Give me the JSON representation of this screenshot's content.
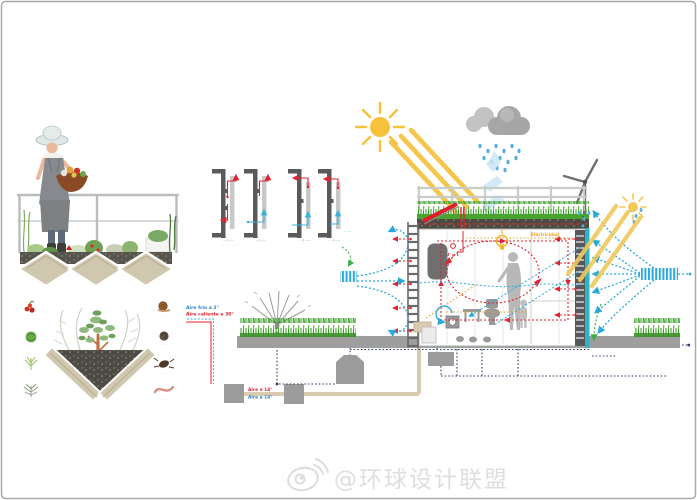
{
  "frame": {
    "background": "#ffffff",
    "border_color": "#a9a9a9"
  },
  "watermark": {
    "icon": "weibo-icon",
    "text": "@环球设计联盟",
    "color": "#dedede"
  },
  "air_legend": {
    "cold_label": "Aire frío a 2°",
    "hot_label": "Aire caliente a 30°",
    "cold_color": "#2a7fc9",
    "hot_color": "#e0232e"
  },
  "underground": {
    "hot_air_label": "Aire a 14°",
    "cold_air_label": "Aire a 14°"
  },
  "building": {
    "electricity_label": "Electricidad",
    "electricity_color": "#f0a32a"
  },
  "wall_details": {
    "items": [
      {
        "label": "· ·· / ·····"
      },
      {
        "label": "· ·· / ·····"
      },
      {
        "label": "· ·· / ·····"
      },
      {
        "label": "· ·· / ·····"
      }
    ],
    "sublabel": "····· ····· ·····"
  },
  "planter_detail": {
    "crops": [
      {
        "name": "tomatoes-icon",
        "label": "······"
      },
      {
        "name": "lettuce-icon",
        "label": "······"
      },
      {
        "name": "herb-icon",
        "label": "······"
      },
      {
        "name": "fennel-icon",
        "label": "······"
      }
    ],
    "fauna": [
      {
        "name": "snail-icon",
        "label": "······"
      },
      {
        "name": "dark-snail-icon",
        "label": "······"
      },
      {
        "name": "beetle-icon",
        "label": "······"
      },
      {
        "name": "earthworm-icon",
        "label": "······"
      }
    ]
  },
  "flow_notes": {
    "left_green_note": "·· ····"
  },
  "palette": {
    "sun_yellow": "#f5c443",
    "rain_blue": "#57aede",
    "water_column": "#c9e6f5",
    "flow_cyan": "#2aa9dc",
    "flow_red": "#e0232e",
    "flow_navy": "#2b3f6b",
    "flow_green": "#3fae47",
    "grass_green": "#3da12e",
    "soil_dark": "#4b4940",
    "wall_gray": "#595a5c",
    "ground_gray": "#9e9e9e",
    "planter_tan": "#d0c7af",
    "teal_strip": "#2fb4c7"
  }
}
